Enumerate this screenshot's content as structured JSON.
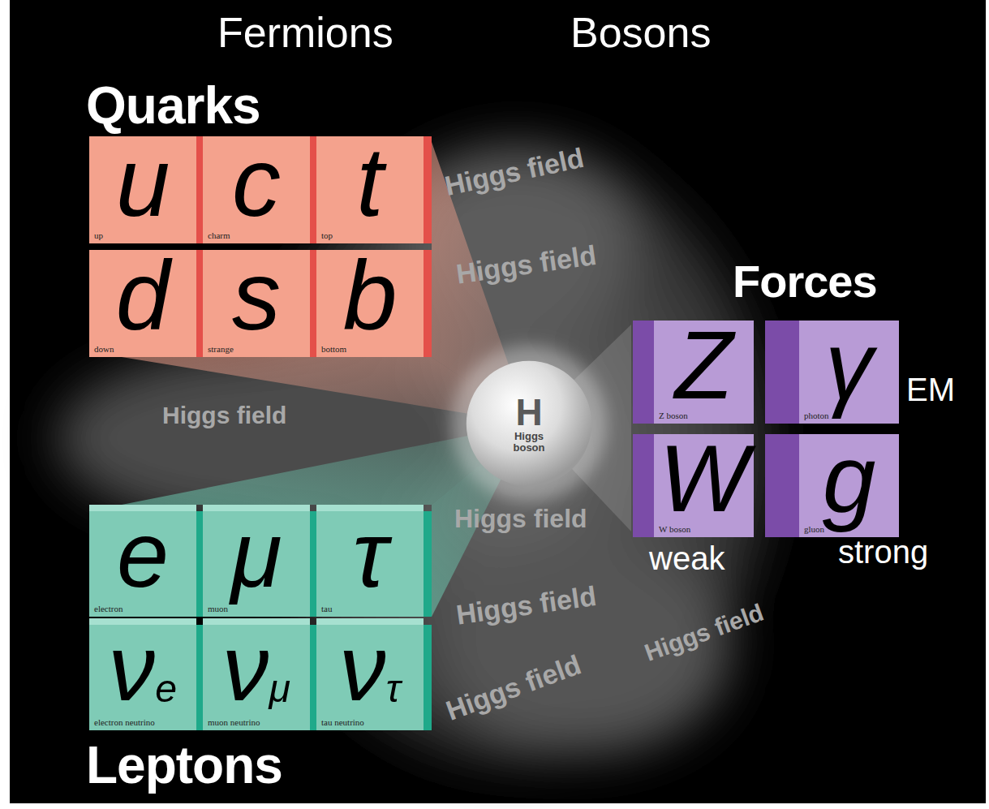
{
  "diagram": {
    "nodes": [
      {
        "text": [
          "u",
          "up"
        ]
      },
      {
        "text": [
          "c",
          "charm"
        ]
      },
      {
        "text": [
          "t",
          "top"
        ]
      },
      {
        "text": [
          "d",
          "down"
        ]
      },
      {
        "text": [
          "s",
          "strange"
        ]
      },
      {
        "text": [
          "b",
          "bottom"
        ]
      },
      {
        "text": [
          "H",
          "Higgs boson"
        ]
      },
      {
        "text": [
          "Z",
          "Z boson"
        ]
      },
      {
        "text": [
          "γ",
          "photon"
        ]
      },
      {
        "text": [
          "W",
          "W boson"
        ]
      },
      {
        "text": [
          "g",
          "gluon"
        ]
      },
      {
        "text": [
          "e",
          "electron"
        ]
      },
      {
        "text": [
          "μ",
          "muon"
        ]
      },
      {
        "text": [
          "τ",
          "tau"
        ]
      },
      {
        "text": [
          "νe",
          "electron neutrino"
        ]
      },
      {
        "text": [
          "νμ",
          "muon neutrino"
        ]
      },
      {
        "text": [
          "ντ",
          "tau neutrino"
        ]
      }
    ],
    "labels": [
      "Fermions",
      "Bosons",
      "Quarks",
      "Forces",
      "EM",
      "weak",
      "strong",
      "Leptons",
      "Higgs field",
      "Higgs field",
      "Higgs field",
      "Higgs field",
      "Higgs field",
      "Higgs field",
      "Higgs field"
    ]
  }
}
